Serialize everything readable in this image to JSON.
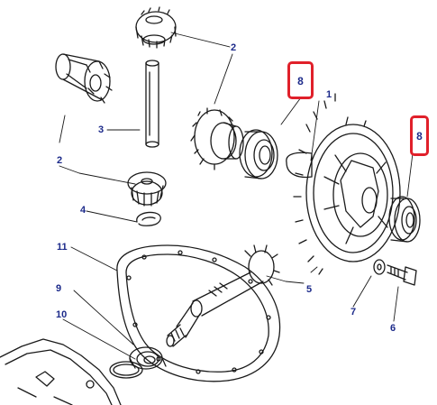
{
  "callouts": {
    "c1": "1",
    "c2a": "2",
    "c2b": "2",
    "c3": "3",
    "c4": "4",
    "c5": "5",
    "c6": "6",
    "c7": "7",
    "c9": "9",
    "c10": "10",
    "c11": "11"
  },
  "highlights": {
    "h8a": "8",
    "h8b": "8"
  },
  "colors": {
    "line": "#1a1a1a",
    "label": "#1c2a8a",
    "highlight": "#e0202a"
  }
}
